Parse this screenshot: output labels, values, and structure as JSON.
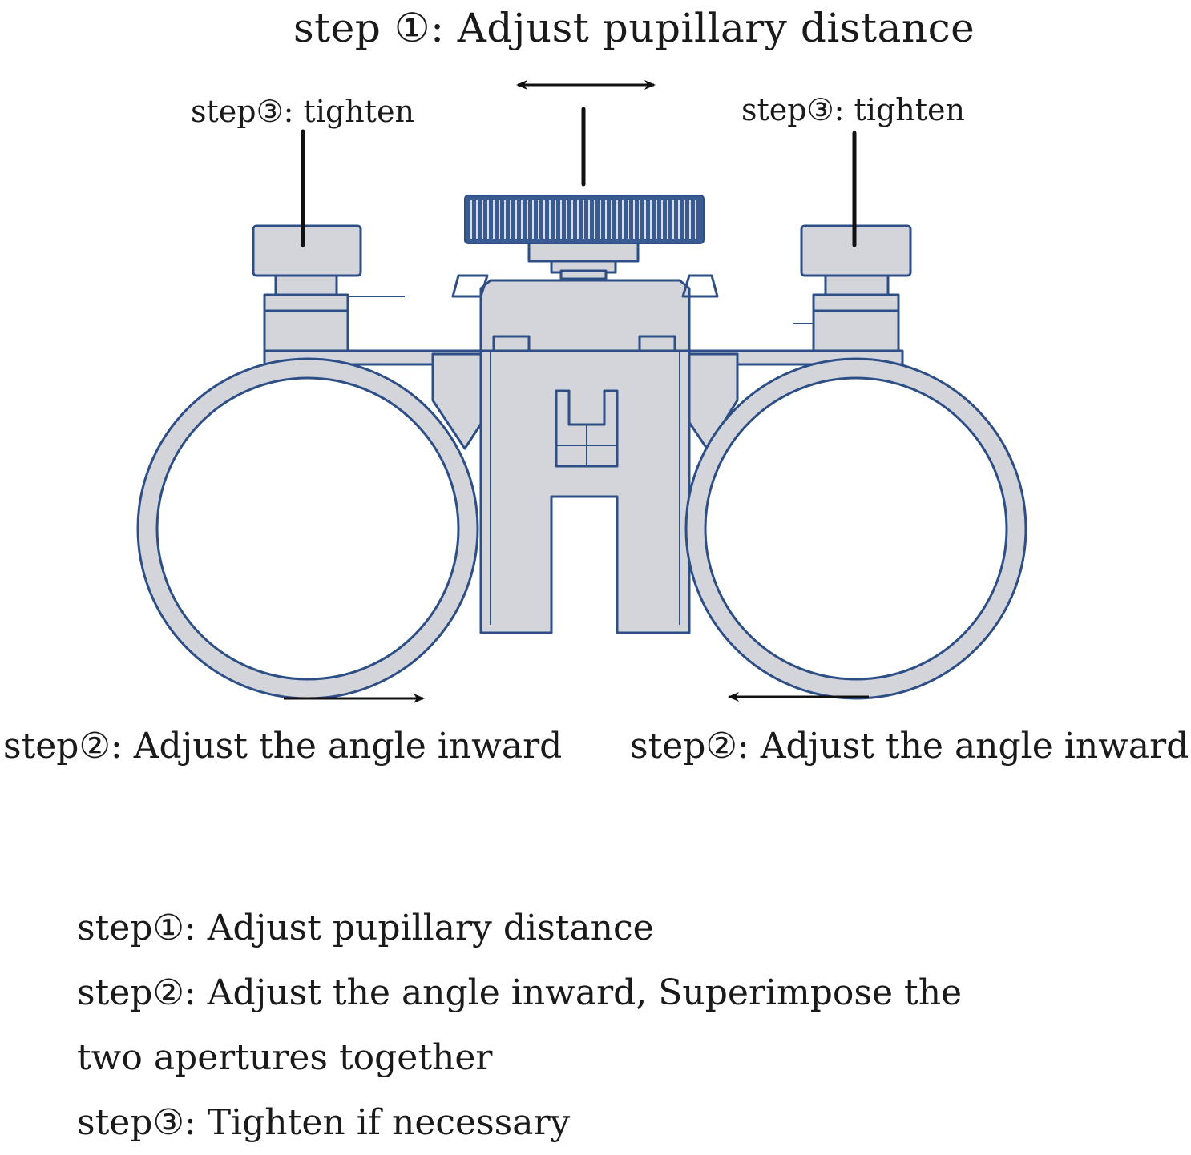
{
  "diagram": {
    "labels": {
      "pupillary_distance": "step ①:  Adjust pupillary distance",
      "tighten_left": "step③:  tighten",
      "tighten_right": "step③:  tighten",
      "angle_left": "step②:  Adjust the angle inward",
      "angle_right": "step②:  Adjust the angle inward"
    },
    "colors": {
      "body_fill": "#d3d5db",
      "outline": "#2e4f86",
      "knurl": "#3a5a92",
      "arrow": "#111111"
    },
    "icons": [
      "double-arrow-icon",
      "right-arrow-icon",
      "left-arrow-icon"
    ]
  },
  "instructions": [
    "step①:  Adjust pupillary distance",
    "step②:  Adjust the angle inward,  Superimpose the",
    "two apertures together",
    "step③:  Tighten if necessary"
  ]
}
